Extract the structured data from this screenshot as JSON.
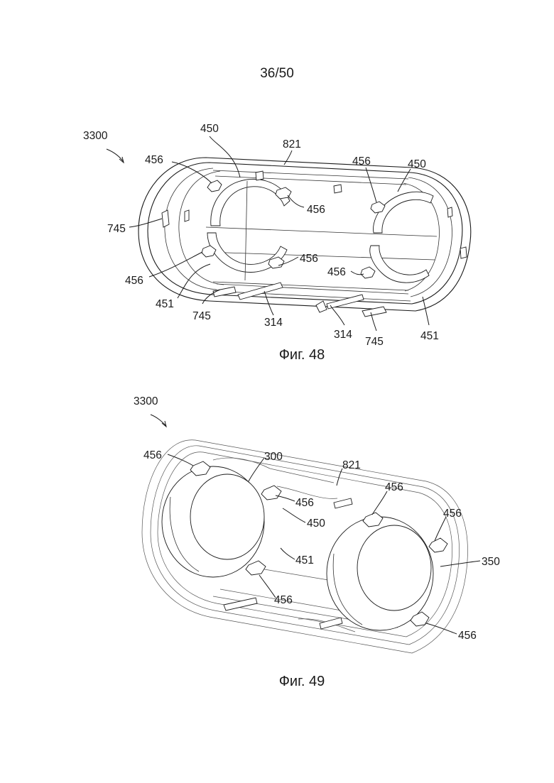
{
  "page_number": "36/50",
  "figures": [
    {
      "caption": "Фиг. 48",
      "assembly_label": "3300",
      "labels": {
        "l450a": "450",
        "l450b": "450",
        "l821": "821",
        "l456a": "456",
        "l456b": "456",
        "l456c": "456",
        "l456d": "456",
        "l456e": "456",
        "l456f": "456",
        "l745a": "745",
        "l745b": "745",
        "l745c": "745",
        "l451a": "451",
        "l451b": "451",
        "l314a": "314",
        "l314b": "314"
      }
    },
    {
      "caption": "Фиг. 49",
      "assembly_label": "3300",
      "labels": {
        "l456a": "456",
        "l300": "300",
        "l821": "821",
        "l456b": "456",
        "l456c": "456",
        "l450": "450",
        "l451": "451",
        "l350": "350",
        "l456d": "456",
        "l456e": "456"
      }
    }
  ]
}
